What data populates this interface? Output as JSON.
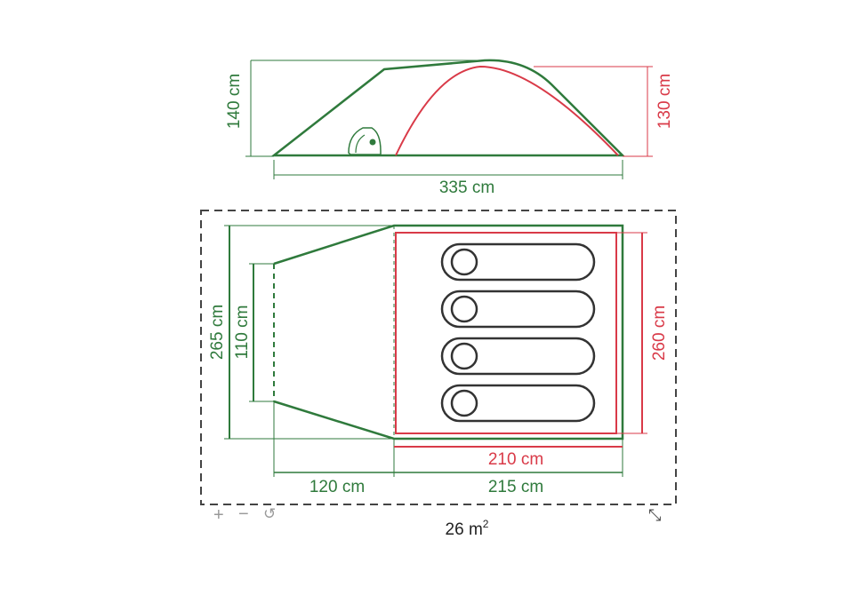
{
  "side_view": {
    "height_outer": "140 cm",
    "height_inner": "130 cm",
    "length": "335 cm"
  },
  "floor_plan": {
    "width_outer": "265 cm",
    "width_porch": "110 cm",
    "width_inner": "260 cm",
    "length_inner": "210 cm",
    "length_porch": "120 cm",
    "length_bedroom": "215 cm",
    "sleeping_places": 4
  },
  "area": {
    "value": "26 m",
    "unit_sup": "2"
  },
  "controls": {
    "zoom_in": "+",
    "zoom_out": "−",
    "reset": "↺",
    "expand": "⤡"
  },
  "colors": {
    "outer": "#2f7a3c",
    "inner": "#d93a48"
  }
}
